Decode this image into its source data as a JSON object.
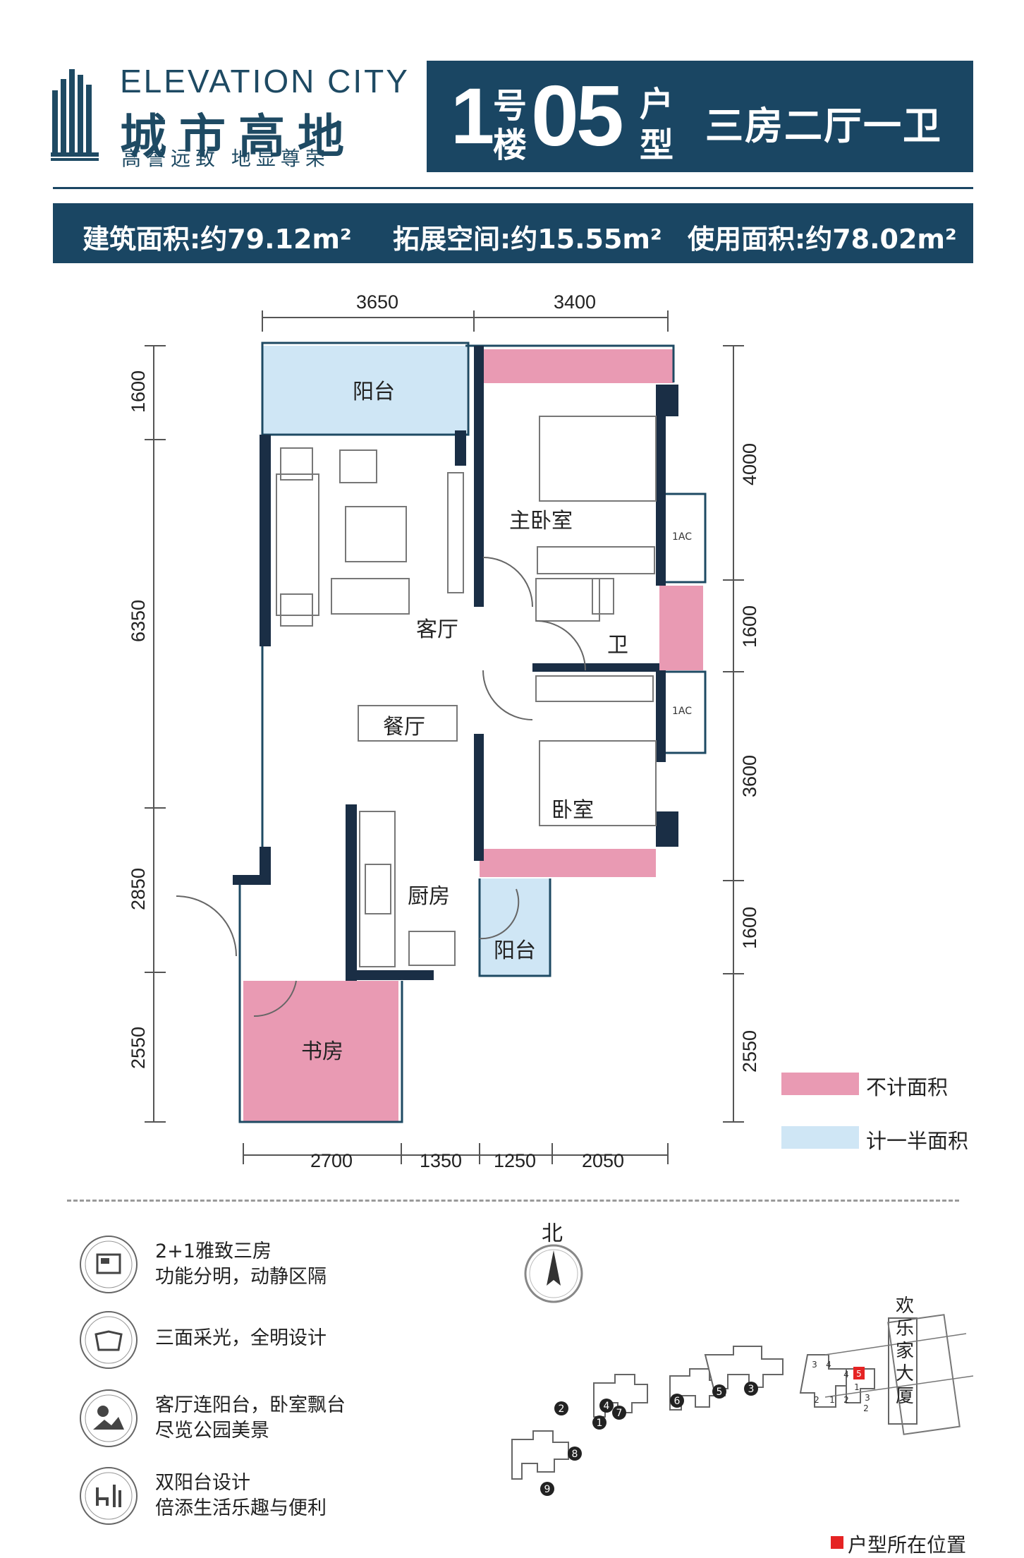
{
  "logo": {
    "en": "ELEVATION CITY",
    "cn": "城市高地",
    "slogan": "高誉远致  地显尊荣"
  },
  "header": {
    "building_num": "1",
    "building_label_1": "号",
    "building_label_2": "楼",
    "unit_num": "05",
    "unit_label_1": "户",
    "unit_label_2": "型",
    "layout": "三房二厅一卫"
  },
  "areas": {
    "building": "建筑面积:约79.12m²",
    "extension": "拓展空间:约15.55m²",
    "usable": "使用面积:约78.02m²"
  },
  "dimensions": {
    "top": [
      "3650",
      "3400"
    ],
    "bottom": [
      "2700",
      "1350",
      "1250",
      "2050"
    ],
    "left": [
      "1600",
      "6350",
      "2850",
      "2550"
    ],
    "right": [
      "4000",
      "1600",
      "3600",
      "1600",
      "2550"
    ]
  },
  "rooms": {
    "balcony_top": "阳台",
    "living": "客厅",
    "master": "主卧室",
    "bath": "卫",
    "dining": "餐厅",
    "bedroom": "卧室",
    "kitchen": "厨房",
    "balcony_small": "阳台",
    "study": "书房",
    "ac": "1AC"
  },
  "legend": [
    {
      "label": "不计面积",
      "color": "#e99ab3"
    },
    {
      "label": "计一半面积",
      "color": "#cfe6f5"
    }
  ],
  "features": [
    {
      "icon": "floorplan-icon",
      "lines": [
        "2+1雅致三房",
        "功能分明，动静区隔"
      ]
    },
    {
      "icon": "window-icon",
      "lines": [
        "三面采光，全明设计"
      ]
    },
    {
      "icon": "landscape-icon",
      "lines": [
        "客厅连阳台，卧室飘台",
        "尽览公园美景"
      ]
    },
    {
      "icon": "balcony-chair-icon",
      "lines": [
        "双阳台设计",
        "倍添生活乐趣与便利"
      ]
    }
  ],
  "site": {
    "north": "北",
    "tower": "欢乐家大厦",
    "marker_label": "户型所在位置",
    "building_numbers": [
      "1",
      "2",
      "3",
      "4",
      "5",
      "6",
      "7",
      "8",
      "9"
    ],
    "highlight": "5",
    "small_labels": [
      "3",
      "4",
      "2",
      "1",
      "2",
      "1",
      "3",
      "4",
      "2"
    ]
  },
  "colors": {
    "navy": "#1a4663",
    "pink": "#e99ab3",
    "light_blue": "#cfe6f5"
  }
}
